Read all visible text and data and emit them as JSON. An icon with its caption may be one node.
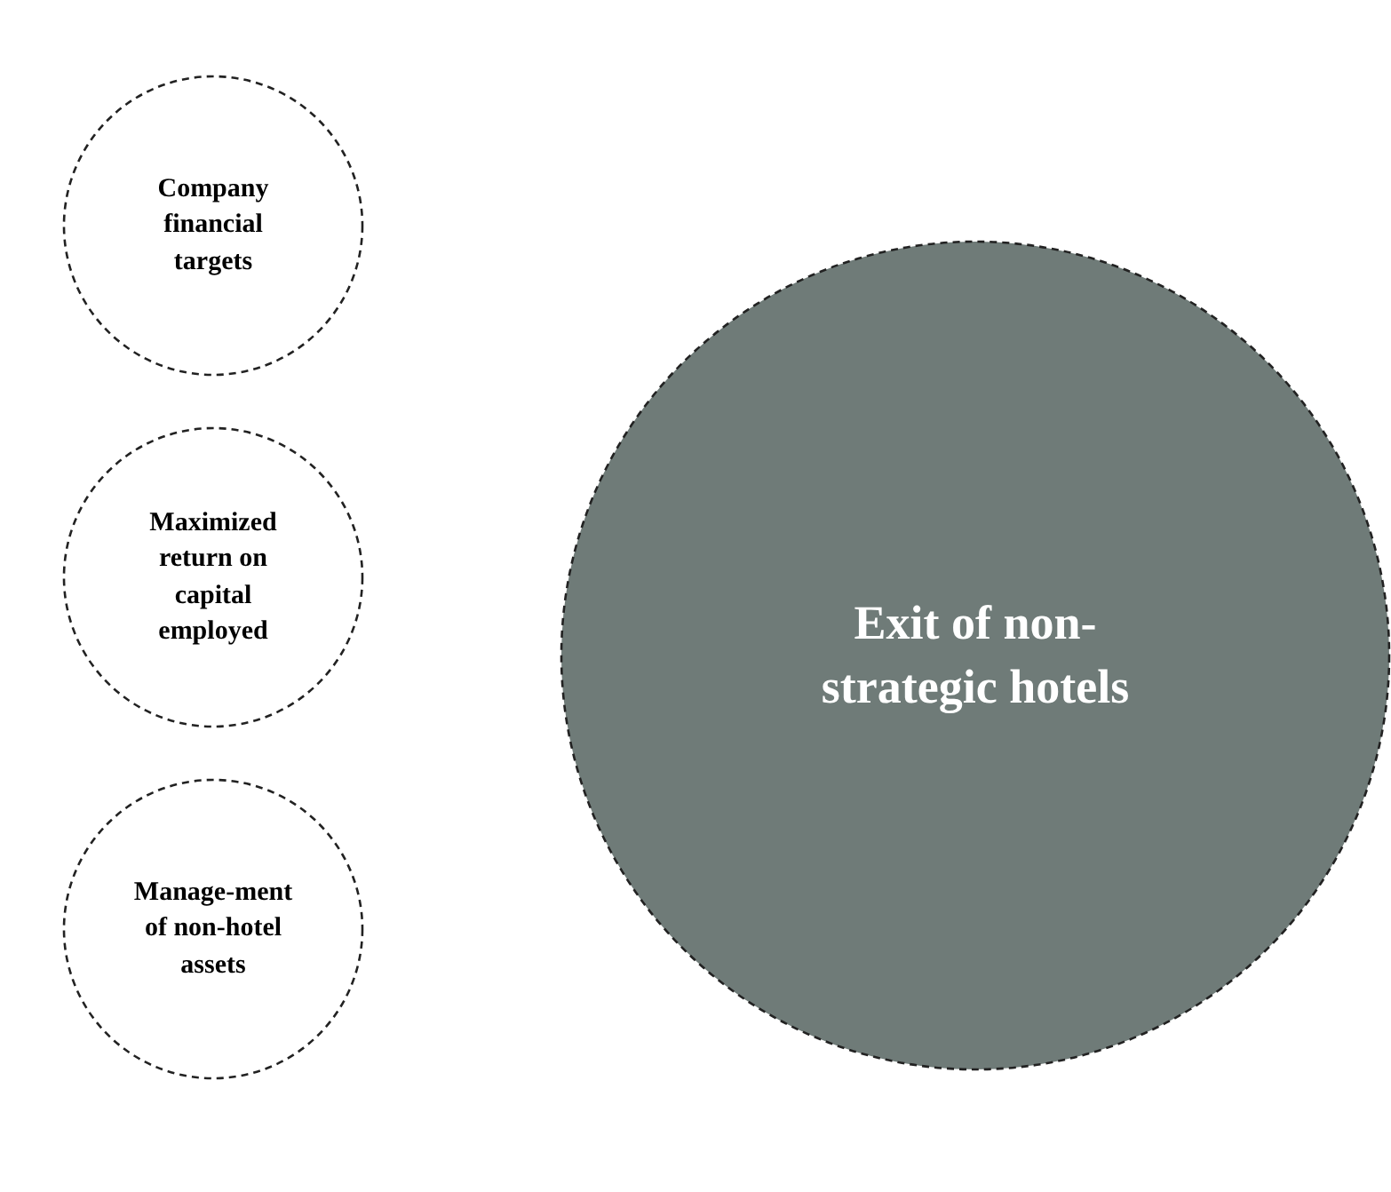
{
  "diagram": {
    "nodes": [
      {
        "text": [
          "Company financial targets"
        ]
      },
      {
        "text": [
          "Maximized return on capital employed"
        ]
      },
      {
        "text": [
          "Manage-ment of non-hotel assets"
        ]
      },
      {
        "text": [
          "Exit of non-strategic hotels"
        ]
      }
    ]
  }
}
